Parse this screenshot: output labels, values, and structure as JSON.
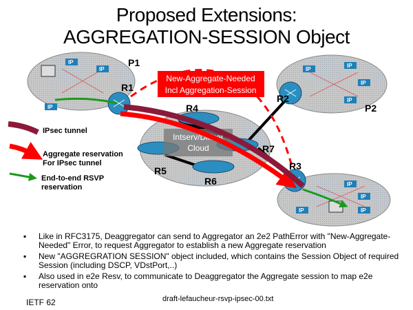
{
  "title": {
    "line1": "Proposed Extensions:",
    "line2": "AGGREGATION-SESSION Object"
  },
  "diagram": {
    "routers": {
      "r1": "R1",
      "r2": "R2",
      "r3": "R3",
      "r4": "R4",
      "r5": "R5",
      "r6": "R6",
      "r7": "R7"
    },
    "sites": {
      "p1": "P1",
      "p2": "P2"
    },
    "host_label": "IP",
    "cloud_label": {
      "line1": "Intserv/Diffser",
      "line2": "Cloud"
    },
    "callout": {
      "line1": "New-Aggregate-Needed",
      "line2": "Incl Aggregation-Session"
    },
    "colors": {
      "ipsec": "#8b1a3a",
      "aggregate": "#ff0000",
      "e2e": "#1a9a1a",
      "callout_bg": "#ff0000"
    }
  },
  "legend": {
    "ipsec": "IPsec tunnel",
    "aggregate": {
      "line1": "Aggregate reservation",
      "line2": "For IPsec tunnel"
    },
    "e2e": {
      "line1": "End-to-end RSVP",
      "line2": "reservation"
    }
  },
  "bullets": [
    {
      "marker": "▪",
      "text": "Like in RFC3175, Deaggregator can send to Aggregator an 2e2 PathError with \"New-Aggregate-Needed\" Error, to request Aggregator to establish a new Aggregate reservation"
    },
    {
      "marker": "▪",
      "text": "New \"AGGREGRATION SESSION\" object included, which contains the Session Object of required Session (including DSCP, VDstPort,..)"
    },
    {
      "marker": "▪",
      "text": "Also used in e2e Resv, to communicate to Deaggregator the Aggregate session to map e2e reservation onto"
    }
  ],
  "footer": {
    "left": "IETF 62",
    "center": "draft-lefaucheur-rsvp-ipsec-00.txt"
  }
}
